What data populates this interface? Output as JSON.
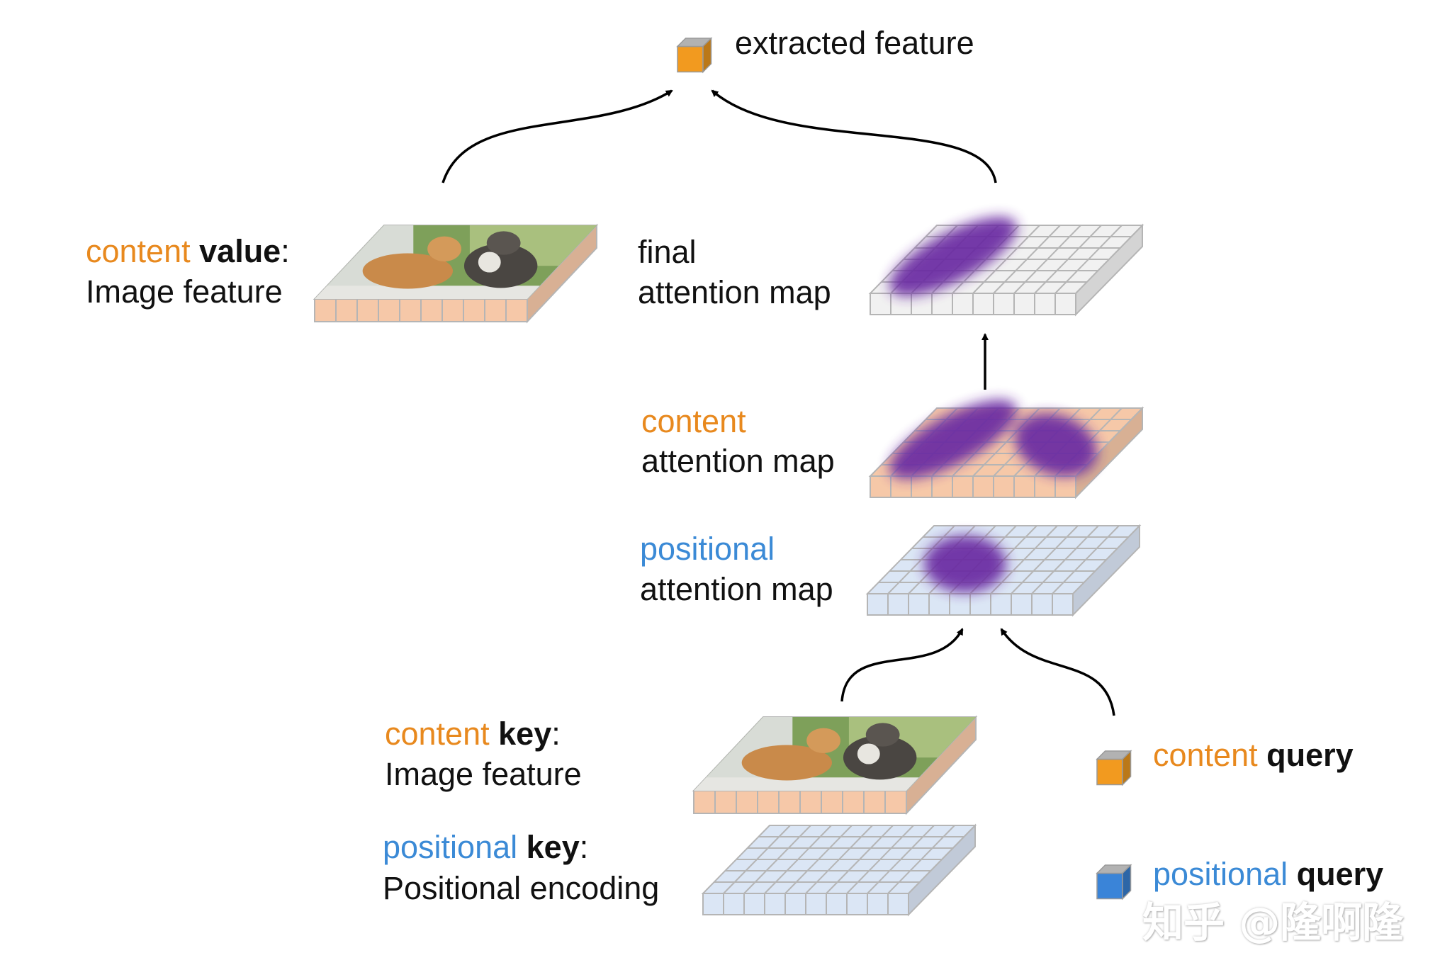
{
  "labels": {
    "extracted": "extracted feature",
    "value_prefix": "content",
    "value_word": "value",
    "value_colon": ":",
    "value_desc": "Image feature",
    "final_line1": "final",
    "final_line2": "attention map",
    "content_map_line1": "content",
    "content_map_line2": "attention map",
    "pos_map_line1": "positional",
    "pos_map_line2": "attention map",
    "key_prefix": "content",
    "key_word": "key",
    "key_colon": ":",
    "key_desc": "Image feature",
    "poskey_prefix": "positional",
    "poskey_word": "key",
    "poskey_colon": ":",
    "poskey_desc": "Positional encoding",
    "cquery_prefix": "content",
    "cquery_word": "query",
    "pquery_prefix": "positional",
    "pquery_word": "query"
  },
  "watermark": "知乎 @隆啊隆",
  "colors": {
    "content": "#e8891e",
    "positional": "#3b8ad6",
    "content_cell": "#f6c8a8",
    "positional_cell": "#dbe6f5",
    "final_cell": "#f1f1f1",
    "attention_blob": "#6a2aa2",
    "cube_orange": "#f29a1f",
    "cube_blue": "#3a84d8"
  },
  "icons": [
    "cube-icon",
    "cat-photo-icon",
    "attention-blob-icon",
    "arrow-icon"
  ]
}
